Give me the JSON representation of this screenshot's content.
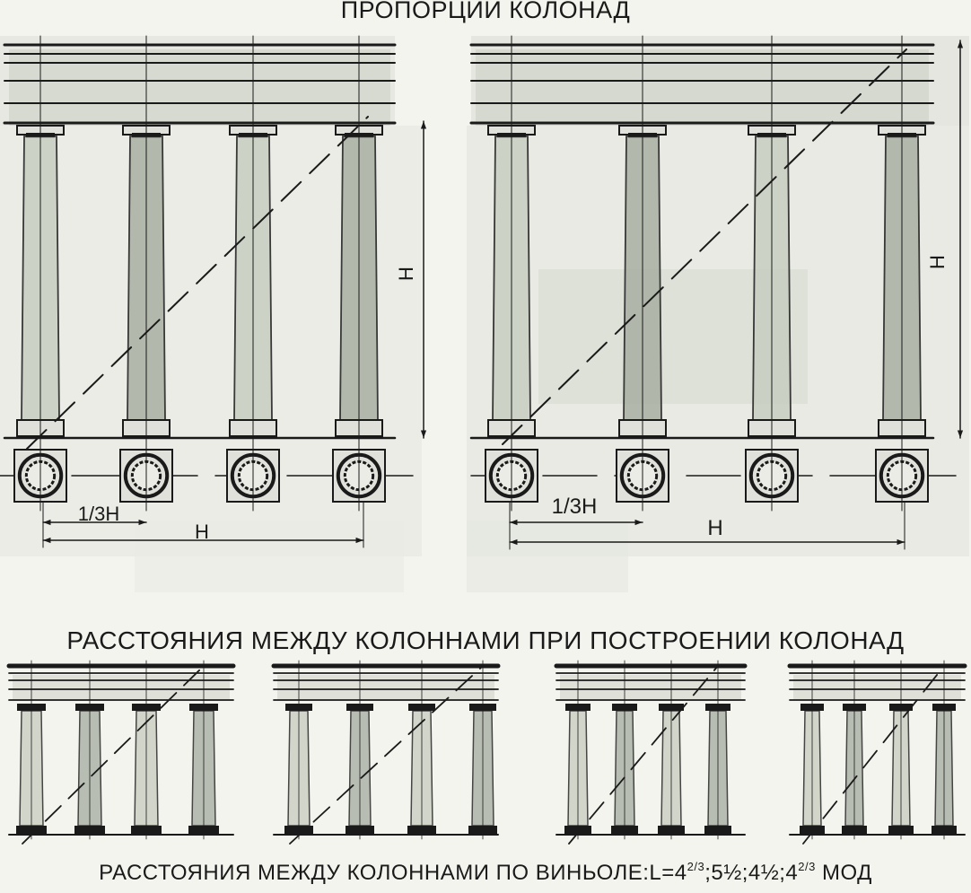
{
  "titles": {
    "top": "ПРОПОРЦИИ КОЛОНАД",
    "middle": "РАССТОЯНИЯ МЕЖДУ КОЛОННАМИ ПРИ ПОСТРОЕНИИ КОЛОНАД",
    "bottom_prefix": "РАССТОЯНИЯ МЕЖДУ КОЛОННАМИ ПО ВИНЬОЛЕ:L=4",
    "bottom_sup1": "2/3",
    "bottom_part2": ";5½;4½;4",
    "bottom_sup2": "2/3",
    "bottom_suffix": " МОД"
  },
  "dimensions": {
    "left": {
      "height_label": "Н",
      "third_label": "1/3Н",
      "width_label": "Н"
    },
    "right": {
      "height_label": "Н",
      "third_label": "1/3Н",
      "width_label": "Н"
    }
  },
  "colors": {
    "ink": "#1a1a1a",
    "wash": "#c9cec2",
    "wash_dark": "#a9b0a3",
    "paper": "#f4f4ef"
  }
}
